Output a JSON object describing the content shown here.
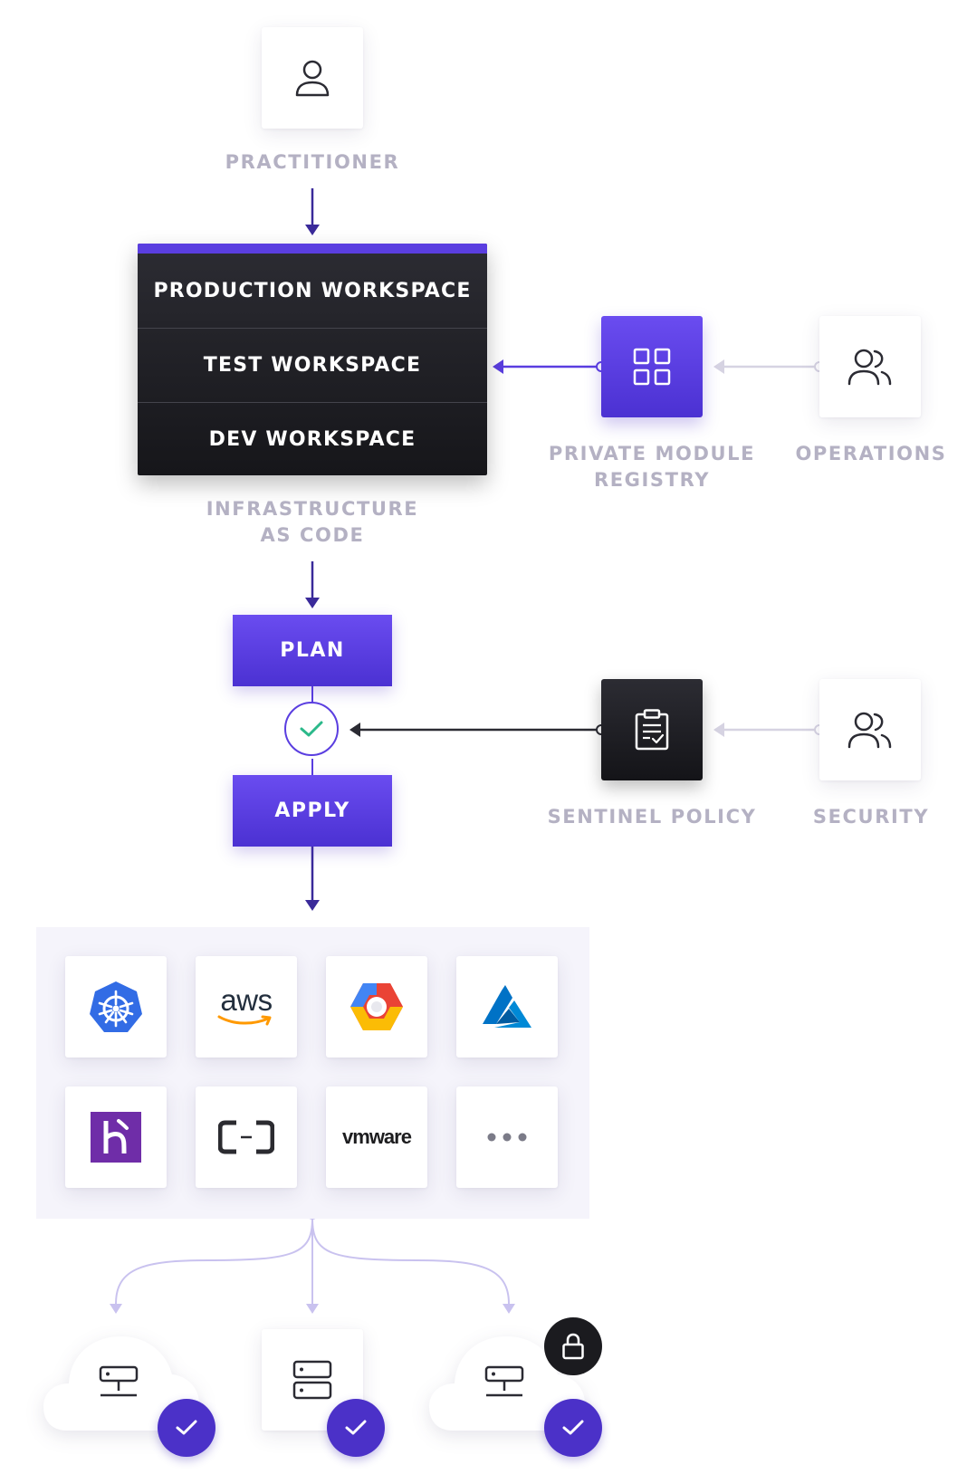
{
  "actors": {
    "practitioner": "PRACTITIONER",
    "operations": "OPERATIONS",
    "security": "SECURITY"
  },
  "workspaces": {
    "rows": [
      "PRODUCTION WORKSPACE",
      "TEST WORKSPACE",
      "DEV WORKSPACE"
    ],
    "caption": "INFRASTRUCTURE\nAS CODE"
  },
  "registry": {
    "label": "PRIVATE MODULE\nREGISTRY",
    "icon": "grid-icon"
  },
  "policy": {
    "label": "SENTINEL POLICY",
    "icon": "clipboard-check-icon"
  },
  "pipeline": {
    "plan": "PLAN",
    "apply": "APPLY"
  },
  "providers": {
    "row1": [
      "kubernetes",
      "aws",
      "google-cloud",
      "azure"
    ],
    "row2": [
      "heroku",
      "alibaba-cloud",
      "vmware",
      "more"
    ],
    "aws_text": "aws",
    "vmware_text": "vmware"
  },
  "targets": [
    {
      "kind": "cloud-server",
      "status": "check"
    },
    {
      "kind": "server-rack",
      "status": "check"
    },
    {
      "kind": "cloud-server-locked",
      "status": "check"
    }
  ],
  "colors": {
    "accent": "#5a3ee0",
    "label": "#b4b1c3",
    "arrow_dark": "#3a2a9a",
    "arrow_light": "#d6d3e2",
    "branch": "#c9c2ef",
    "check_green": "#2bb98a"
  }
}
